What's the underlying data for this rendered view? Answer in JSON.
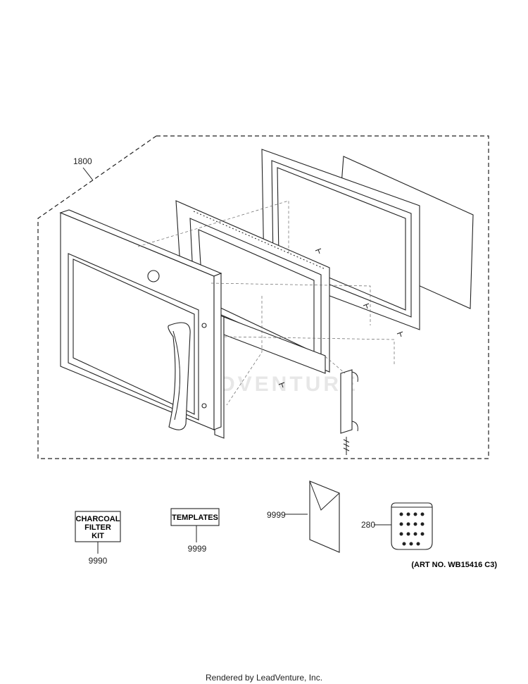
{
  "callouts": {
    "door_assembly": "1800",
    "charcoal_filter": "9990",
    "templates": "9999",
    "literature": "9999",
    "screws": "280"
  },
  "boxes": {
    "charcoal_line1": "CHARCOAL",
    "charcoal_line2": "FILTER",
    "charcoal_line3": "KIT",
    "templates": "TEMPLATES"
  },
  "art_number": "(ART NO. WB15416 C3)",
  "watermark": "LEADVENTURE",
  "footer": "Rendered by LeadVenture, Inc."
}
